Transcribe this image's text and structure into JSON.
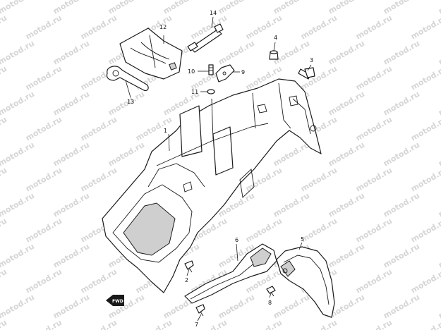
{
  "watermark": {
    "text": "motod.ru"
  },
  "callouts": {
    "c1": "1",
    "c2": "2",
    "c3": "3",
    "c4": "4",
    "c5": "5",
    "c6": "6",
    "c7": "7",
    "c8": "8",
    "c9": "9",
    "c10": "10",
    "c11": "11",
    "c12": "12",
    "c13": "13",
    "c14": "14"
  },
  "fwd_label": "FWD",
  "colors": {
    "line": "#1a1a1a",
    "background": "#ffffff",
    "watermark": "#d6d6d6"
  }
}
